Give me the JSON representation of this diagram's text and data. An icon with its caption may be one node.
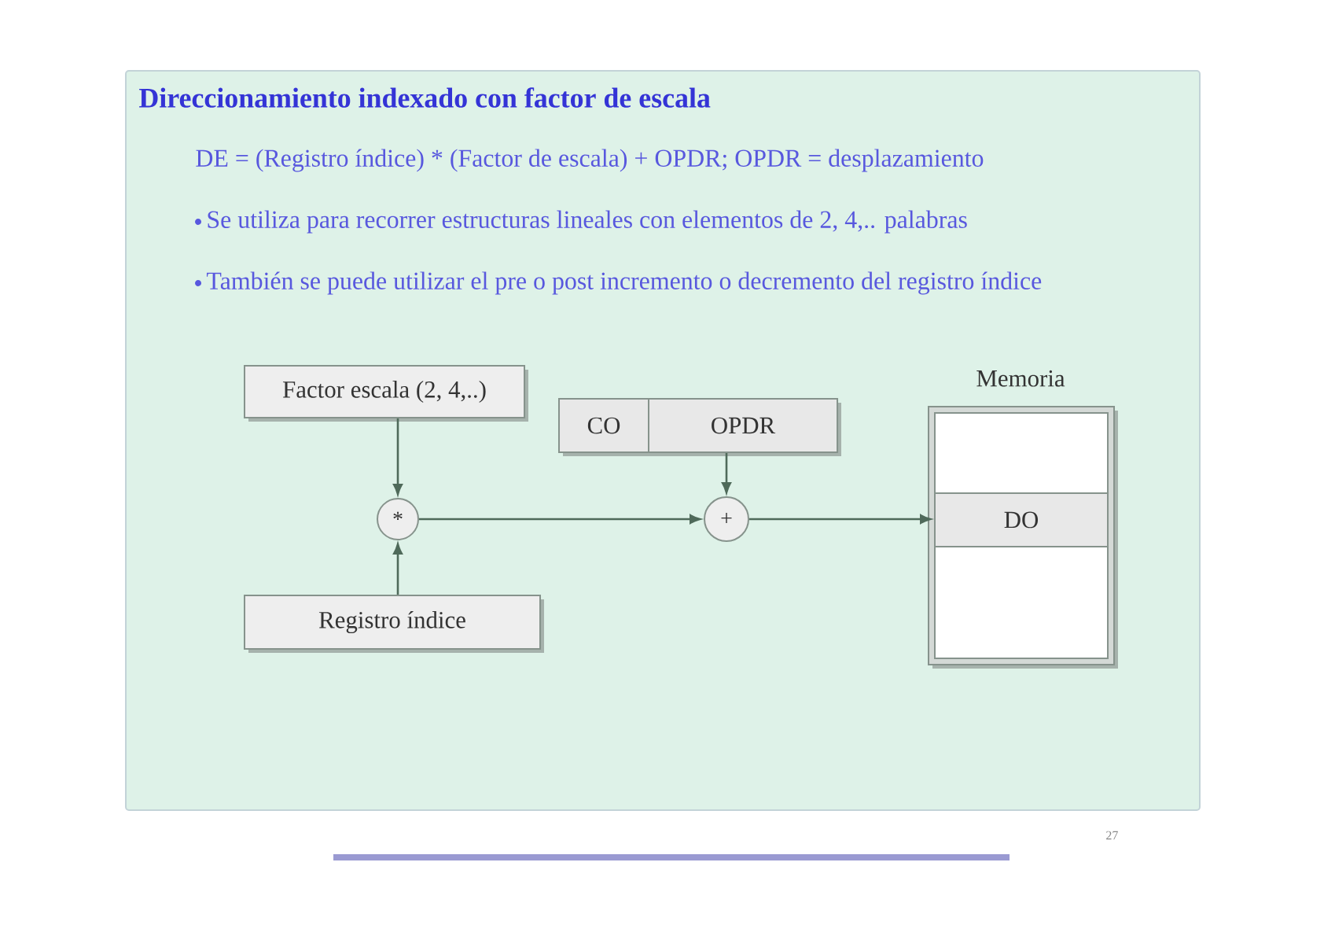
{
  "diagram": {
    "title": "Direccionamiento indexado con factor de escala",
    "nodes": [
      {
        "text": [
          "Factor escala (2, 4,..)"
        ]
      },
      {
        "text": [
          "*"
        ]
      },
      {
        "text": [
          "Registro índice"
        ]
      },
      {
        "text": [],
        "shape": "box"
      },
      {
        "text": [
          "CO"
        ],
        "in": 3
      },
      {
        "text": [
          "OPDR"
        ],
        "in": 3
      },
      {
        "text": [
          "+"
        ]
      },
      {
        "text": [
          "Memoria"
        ]
      },
      {
        "text": [],
        "shape": "box",
        "in": 7
      },
      {
        "text": [
          "DO"
        ],
        "in": 7
      },
      {
        "text": [],
        "shape": "box",
        "in": 7
      }
    ],
    "edges": [
      {
        "from": 0,
        "to": 1,
        "arrow": "to"
      },
      {
        "from": 2,
        "to": 1,
        "arrow": "to"
      },
      {
        "from": 1,
        "to": 6,
        "arrow": "to"
      },
      {
        "from": 5,
        "to": 6,
        "arrow": "to"
      },
      {
        "from": 6,
        "to": 9,
        "arrow": "to"
      }
    ],
    "labels": [
      "DE = (Registro índice) * (Factor de escala) + OPDR;  OPDR = desplazamiento",
      "Se utiliza para recorrer estructuras lineales con elementos de 2, 4,.. palabras",
      "También se puede utilizar el pre o post incremento o decremento del registro índice",
      "27"
    ]
  }
}
